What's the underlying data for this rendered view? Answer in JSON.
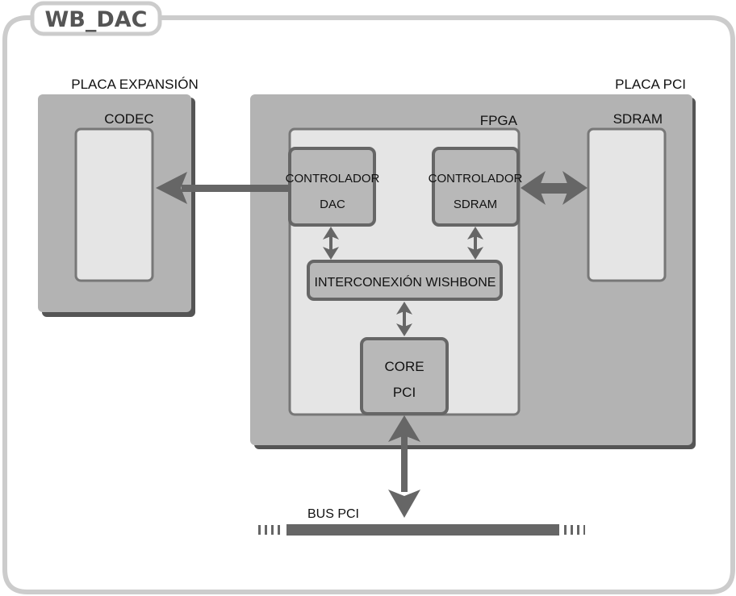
{
  "title": "WB_DAC",
  "colors": {
    "frame": "#cccccc",
    "board": "#b3b3b3",
    "board_shadow": "#555555",
    "chip_fill": "#e5e5e5",
    "chip_border": "#777777",
    "block_fill": "#b8b8b8",
    "block_border": "#666666",
    "arrow": "#666666",
    "text": "#111111",
    "title_text": "#555555"
  },
  "boards": {
    "expansion": {
      "label": "PLACA EXPANSIÓN"
    },
    "pci": {
      "label": "PLACA PCI"
    }
  },
  "chips": {
    "codec": {
      "label": "CODEC"
    },
    "fpga": {
      "label": "FPGA"
    },
    "sdram": {
      "label": "SDRAM"
    }
  },
  "blocks": {
    "ctrl_dac": {
      "line1": "CONTROLADOR",
      "line2": "DAC"
    },
    "ctrl_sdram": {
      "line1": "CONTROLADOR",
      "line2": "SDRAM"
    },
    "wishbone": {
      "label": "INTERCONEXIÓN WISHBONE"
    },
    "core_pci": {
      "line1": "CORE",
      "line2": "PCI"
    }
  },
  "bus": {
    "label": "BUS PCI"
  },
  "connections": [
    {
      "from": "CONTROLADOR DAC",
      "to": "CODEC",
      "direction": "one-way"
    },
    {
      "from": "CONTROLADOR SDRAM",
      "to": "SDRAM",
      "direction": "bidirectional"
    },
    {
      "from": "CONTROLADOR DAC",
      "to": "INTERCONEXIÓN WISHBONE",
      "direction": "bidirectional"
    },
    {
      "from": "CONTROLADOR SDRAM",
      "to": "INTERCONEXIÓN WISHBONE",
      "direction": "bidirectional"
    },
    {
      "from": "INTERCONEXIÓN WISHBONE",
      "to": "CORE PCI",
      "direction": "bidirectional"
    },
    {
      "from": "CORE PCI",
      "to": "BUS PCI",
      "direction": "bidirectional"
    }
  ]
}
